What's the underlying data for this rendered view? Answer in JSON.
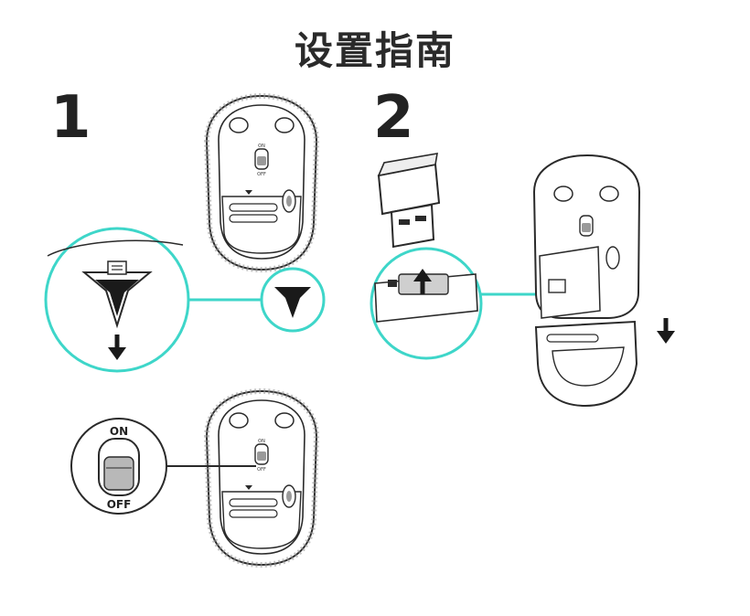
{
  "title": "设置指南",
  "steps": [
    {
      "number": "1"
    },
    {
      "number": "2"
    }
  ],
  "switch_labels": {
    "on": "ON",
    "off": "OFF"
  },
  "colors": {
    "callout": "#3ed6c9",
    "ink": "#2a2a2a",
    "shell": "#9a9a9a"
  },
  "icons": [
    "mouse-bottom-icon",
    "battery-tab-arrow-icon",
    "down-arrow-icon",
    "usb-receiver-icon",
    "up-arrow-icon",
    "power-switch-icon"
  ]
}
